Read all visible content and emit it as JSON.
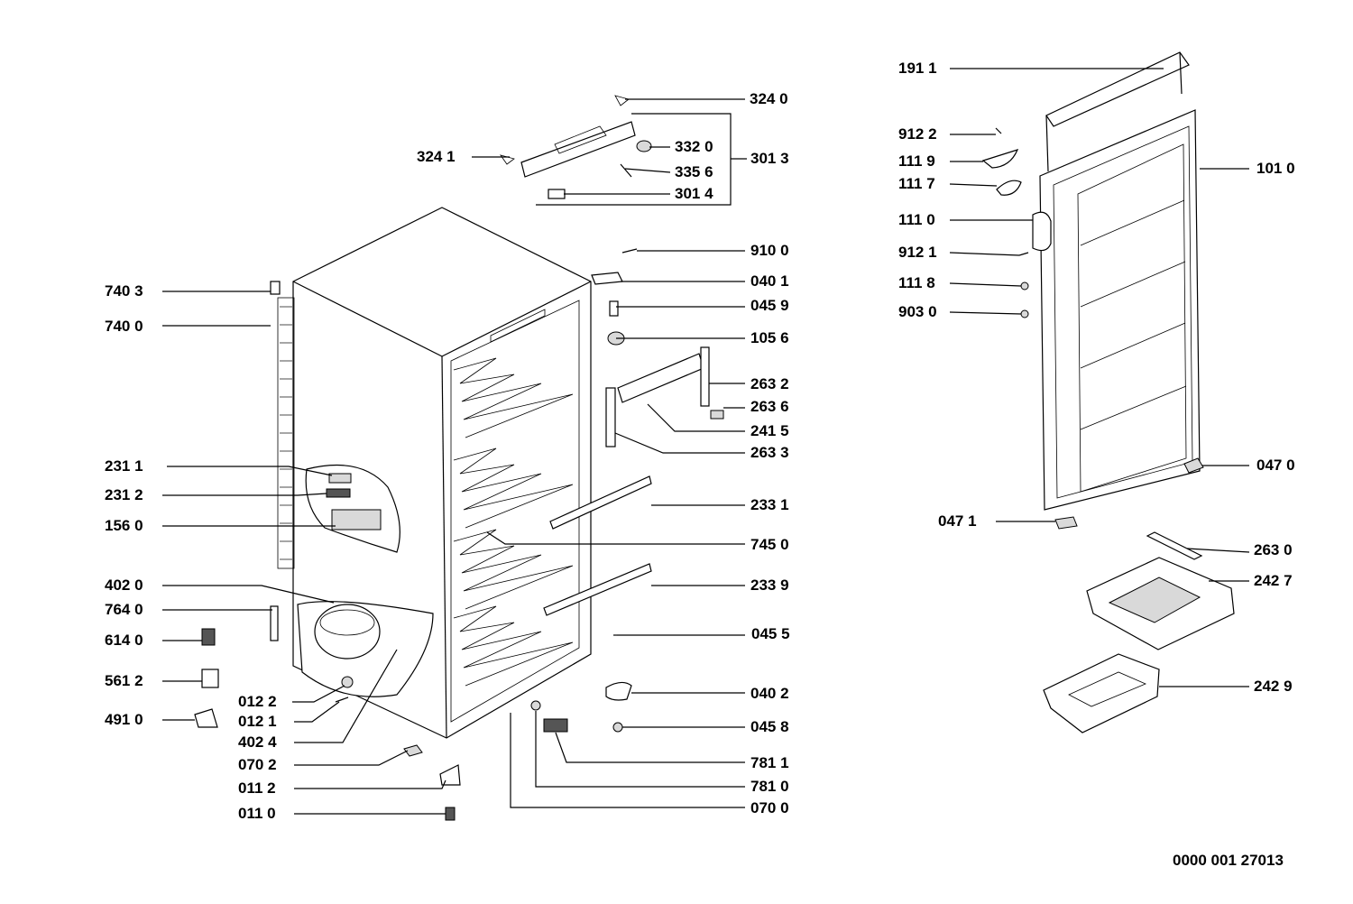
{
  "drawing_number": "0000 001 27013",
  "callouts": [
    {
      "id": "3240",
      "text": "324 0"
    },
    {
      "id": "3320",
      "text": "332 0"
    },
    {
      "id": "3241",
      "text": "324 1"
    },
    {
      "id": "3356",
      "text": "335 6"
    },
    {
      "id": "3013",
      "text": "301 3"
    },
    {
      "id": "3014",
      "text": "301 4"
    },
    {
      "id": "9100",
      "text": "910 0"
    },
    {
      "id": "0401",
      "text": "040 1"
    },
    {
      "id": "0459",
      "text": "045 9"
    },
    {
      "id": "1056",
      "text": "105 6"
    },
    {
      "id": "2632",
      "text": "263 2"
    },
    {
      "id": "2636",
      "text": "263 6"
    },
    {
      "id": "2415",
      "text": "241 5"
    },
    {
      "id": "2633",
      "text": "263 3"
    },
    {
      "id": "2331",
      "text": "233 1"
    },
    {
      "id": "7450",
      "text": "745 0"
    },
    {
      "id": "2339",
      "text": "233 9"
    },
    {
      "id": "0455",
      "text": "045 5"
    },
    {
      "id": "0402",
      "text": "040 2"
    },
    {
      "id": "0458",
      "text": "045 8"
    },
    {
      "id": "7811",
      "text": "781 1"
    },
    {
      "id": "7810",
      "text": "781 0"
    },
    {
      "id": "0700",
      "text": "070 0"
    },
    {
      "id": "7403",
      "text": "740 3"
    },
    {
      "id": "7400",
      "text": "740 0"
    },
    {
      "id": "2311",
      "text": "231 1"
    },
    {
      "id": "2312",
      "text": "231 2"
    },
    {
      "id": "1560",
      "text": "156 0"
    },
    {
      "id": "4020",
      "text": "402 0"
    },
    {
      "id": "7640",
      "text": "764 0"
    },
    {
      "id": "6140",
      "text": "614 0"
    },
    {
      "id": "5612",
      "text": "561 2"
    },
    {
      "id": "4910",
      "text": "491 0"
    },
    {
      "id": "0122",
      "text": "012 2"
    },
    {
      "id": "0121",
      "text": "012 1"
    },
    {
      "id": "4024",
      "text": "402 4"
    },
    {
      "id": "0702",
      "text": "070 2"
    },
    {
      "id": "0112",
      "text": "011 2"
    },
    {
      "id": "0110",
      "text": "011 0"
    },
    {
      "id": "1911",
      "text": "191 1"
    },
    {
      "id": "9122",
      "text": "912 2"
    },
    {
      "id": "1119",
      "text": "111 9"
    },
    {
      "id": "1117",
      "text": "111 7"
    },
    {
      "id": "1110",
      "text": "111 0"
    },
    {
      "id": "9121",
      "text": "912 1"
    },
    {
      "id": "1118",
      "text": "111 8"
    },
    {
      "id": "9030",
      "text": "903 0"
    },
    {
      "id": "1010",
      "text": "101 0"
    },
    {
      "id": "0470",
      "text": "047 0"
    },
    {
      "id": "0471",
      "text": "047 1"
    },
    {
      "id": "2630",
      "text": "263 0"
    },
    {
      "id": "2427",
      "text": "242 7"
    },
    {
      "id": "2429",
      "text": "242 9"
    }
  ]
}
